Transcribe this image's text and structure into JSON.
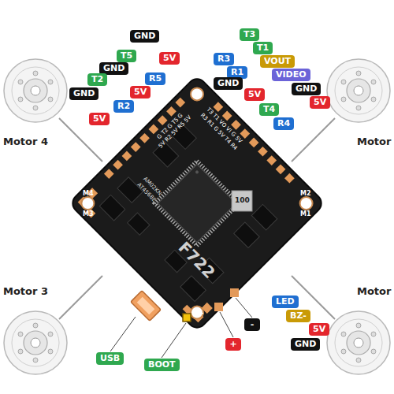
{
  "diagram": {
    "nodes": [
      {
        "text": [
          "GND"
        ]
      },
      {
        "text": [
          "T5"
        ]
      },
      {
        "text": [
          "5V"
        ]
      },
      {
        "text": [
          "GND"
        ]
      },
      {
        "text": [
          "R5"
        ]
      },
      {
        "text": [
          "T2"
        ]
      },
      {
        "text": [
          "5V"
        ]
      },
      {
        "text": [
          "GND"
        ]
      },
      {
        "text": [
          "R2"
        ]
      },
      {
        "text": [
          "5V"
        ]
      },
      {
        "text": [
          "T3"
        ]
      },
      {
        "text": [
          "R3"
        ]
      },
      {
        "text": [
          "T1"
        ]
      },
      {
        "text": [
          "R1"
        ]
      },
      {
        "text": [
          "VOUT"
        ]
      },
      {
        "text": [
          "GND"
        ]
      },
      {
        "text": [
          "VIDEO"
        ]
      },
      {
        "text": [
          "5V"
        ]
      },
      {
        "text": [
          "GND"
        ]
      },
      {
        "text": [
          "T4"
        ]
      },
      {
        "text": [
          "5V"
        ]
      },
      {
        "text": [
          "R4"
        ]
      },
      {
        "text": [
          "LED"
        ]
      },
      {
        "text": [
          "BZ-"
        ]
      },
      {
        "text": [
          "5V"
        ]
      },
      {
        "text": [
          "GND"
        ]
      },
      {
        "text": [
          "USB"
        ]
      },
      {
        "text": [
          "BOOT"
        ]
      },
      {
        "text": [
          "+"
        ]
      },
      {
        "text": [
          "-"
        ]
      }
    ],
    "labels": [
      "Motor 4",
      "Motor 3",
      "Motor",
      "Motor",
      "M4",
      "M3",
      "M2",
      "M1",
      "F722",
      "100",
      "AT4568E",
      "AM02KN",
      "G T2 G T5 G",
      "5V R2 5V R5 5V",
      "T3 T1 VO VI G 5V",
      "R3 R1 G 5V T4 R4",
      "+"
    ]
  }
}
